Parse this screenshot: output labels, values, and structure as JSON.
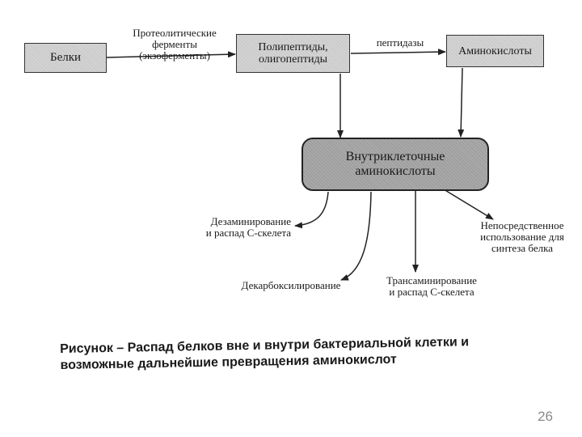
{
  "nodes": {
    "proteins": "Белки",
    "polypeptides": "Полипептиды,\nолигопептиды",
    "amino_acids": "Аминокислоты",
    "intracellular": "Внутриклеточные\nаминокислоты"
  },
  "edge_labels": {
    "proteolytic": "Протеолитические\nферменты\n(экзоферменты)",
    "peptidases": "пептидазы"
  },
  "outcomes": {
    "deamination": "Дезаминирование\nи распад С-скелета",
    "decarboxylation": "Декарбоксилирование",
    "transamination": "Трансаминирование\nи распад С-скелета",
    "direct_use": "Непосредственное\nиспользование для\nсинтеза белка"
  },
  "caption": "Рисунок – Распад белков вне и внутри бактериальной клетки и\nвозможные дальнейшие превращения аминокислот",
  "page_number": "26"
}
